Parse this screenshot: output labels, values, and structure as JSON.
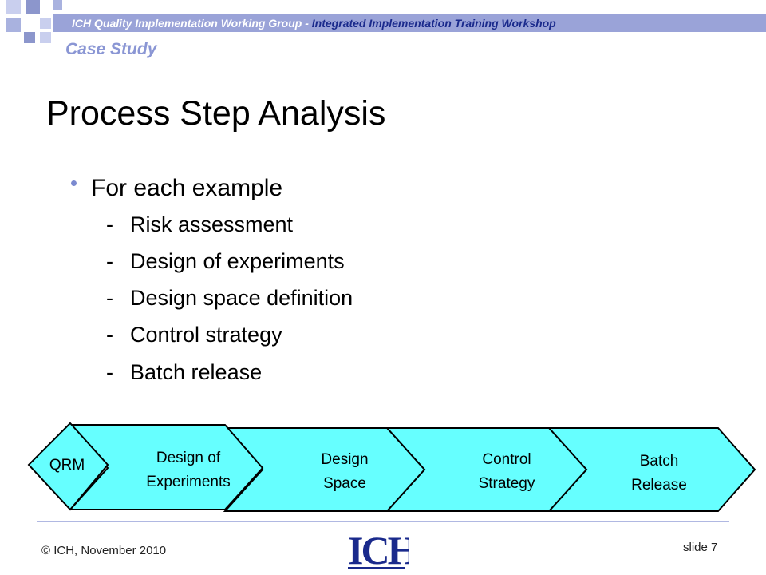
{
  "header": {
    "banner_org": "ICH Quality Implementation Working Group",
    "banner_sep": " - ",
    "banner_event": "Integrated Implementation Training Workshop",
    "section": "Case Study"
  },
  "slide": {
    "title": "Process Step Analysis",
    "bullet": "For each example",
    "sub_items": [
      "Risk assessment",
      "Design of experiments",
      "Design space definition",
      "Control strategy",
      "Batch release"
    ]
  },
  "process_flow": {
    "steps": [
      "QRM",
      "Design of\nExperiments",
      "Design\nSpace",
      "Control\nStrategy",
      "Batch\nRelease"
    ],
    "fill_color": "#66ffff",
    "stroke_color": "#000000"
  },
  "footer": {
    "copyright": "© ICH, November 2010",
    "slide_label": "slide 7",
    "logo_text": "ICH"
  },
  "theme": {
    "accent": "#9aa3d8",
    "subtitle_color": "#8a96d4"
  }
}
